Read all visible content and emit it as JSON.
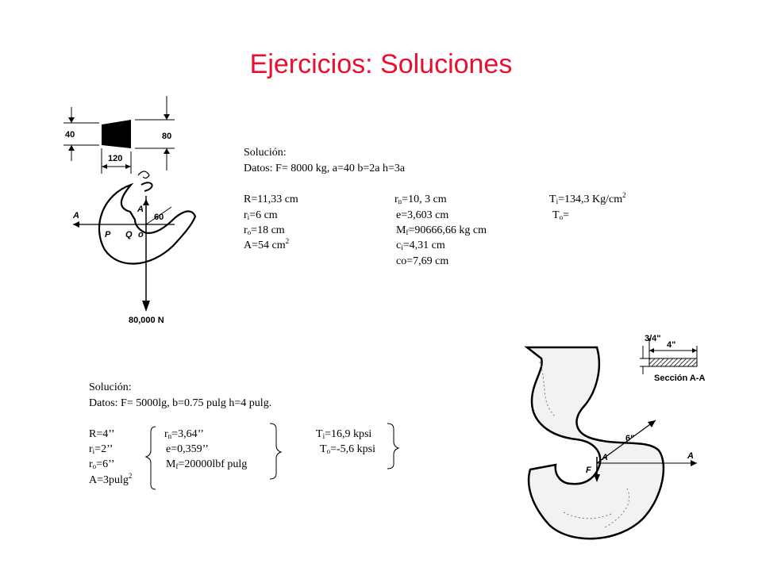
{
  "title": "Ejercicios: Soluciones",
  "problem1": {
    "heading": "Solución:",
    "datos": "Datos:  F= 8000 kg, a=40 b=2a h=3a",
    "col1": [
      {
        "main": "R=11,33 cm"
      },
      {
        "pre": "r",
        "sub": "i",
        "post": "=6 cm"
      },
      {
        "pre": "r",
        "sub": "o",
        "post": "=18 cm"
      },
      {
        "pre": "A=54 cm",
        "sup": "2"
      }
    ],
    "col2": [
      {
        "pre": "r",
        "sub": "n",
        "post": "=10, 3 cm"
      },
      {
        "main": "e=3,603 cm"
      },
      {
        "pre": "M",
        "sub": "f",
        "post": "=90666,66 kg cm"
      },
      {
        "pre": "c",
        "sub": "i",
        "post": "=4,31 cm"
      },
      {
        "main": "co=7,69 cm"
      }
    ],
    "col3": [
      {
        "pre": "T",
        "sub": "i",
        "post": "=134,3 Kg/cm",
        "sup": "2"
      },
      {
        "pre": "T",
        "sub": "o",
        "post": "="
      }
    ],
    "figure": {
      "dim_a": "40",
      "dim_h": "80",
      "dim_b": "120",
      "pt_a": "A",
      "pt_p": "P",
      "pt_q": "Q",
      "pt_o": "o",
      "angle": "60",
      "load": "80,000 N"
    }
  },
  "problem2": {
    "heading": "Solución:",
    "datos": "Datos:  F= 5000lg, b=0.75 pulg h=4 pulg.",
    "col1": [
      {
        "main": "R=4’’"
      },
      {
        "pre": "r",
        "sub": "i",
        "post": "=2’’"
      },
      {
        "pre": "r",
        "sub": "o",
        "post": "=6’’"
      },
      {
        "pre": "A=3pulg",
        "sup": "2"
      }
    ],
    "col2": [
      {
        "pre": "r",
        "sub": "n",
        "post": "=3,64’’"
      },
      {
        "main": "e=0,359’’"
      },
      {
        "pre": "M",
        "sub": "f",
        "post": "=20000lbf pulg"
      }
    ],
    "col3": [
      {
        "pre": "T",
        "sub": "i",
        "post": "=16,9 kpsi"
      },
      {
        "pre": "T",
        "sub": "o",
        "post": "=-5,6 kpsi"
      }
    ],
    "figure": {
      "dim_b": "3/4\"",
      "dim_h": "4\"",
      "section": "Sección A-A",
      "radius": "6\"",
      "force": "F",
      "pt_a1": "A",
      "pt_a2": "A"
    }
  }
}
